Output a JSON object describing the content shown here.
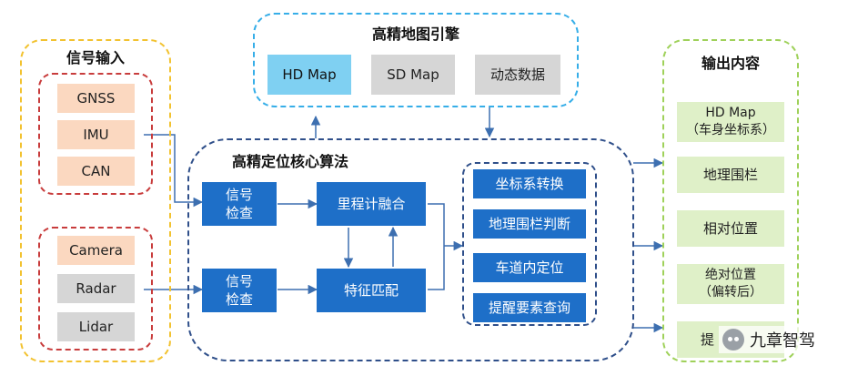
{
  "input_group": {
    "title": "信号输入",
    "imu_group": [
      "GNSS",
      "IMU",
      "CAN"
    ],
    "sensor_group": [
      "Camera",
      "Radar",
      "Lidar"
    ]
  },
  "map_engine": {
    "title": "高精地图引擎",
    "items": [
      "HD Map",
      "SD Map",
      "动态数据"
    ]
  },
  "core": {
    "title": "高精定位核心算法",
    "signal_check_1": "信号\n检查",
    "signal_check_2": "信号\n检查",
    "odometry_fusion": "里程计融合",
    "feature_matching": "特征匹配",
    "functions": [
      "坐标系转换",
      "地理围栏判断",
      "车道内定位",
      "提醒要素查询"
    ]
  },
  "output_group": {
    "title": "输出内容",
    "items": [
      "HD Map\n（车身坐标系）",
      "地理围栏",
      "相对位置",
      "绝对位置\n（偏转后）",
      "提"
    ]
  },
  "watermark": {
    "text": "九章智驾",
    "icon": "wechat-icon"
  },
  "colors": {
    "input_border": "#f2c230",
    "map_border": "#36aee8",
    "output_border": "#9fd15a",
    "core_border": "#2f4f8a",
    "block_blue": "#1e6fc8"
  }
}
